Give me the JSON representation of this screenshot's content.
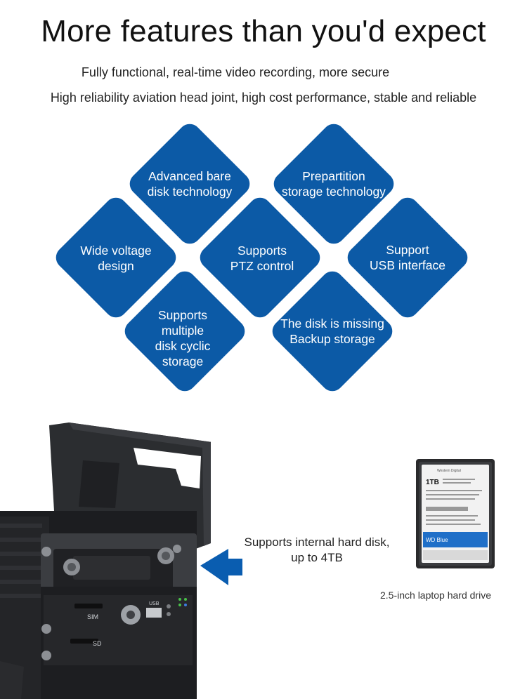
{
  "header": {
    "title": "More features than you'd expect",
    "subtitle1": "Fully functional, real-time video recording, more secure",
    "subtitle2": "High reliability aviation head joint, high cost performance, stable and reliable"
  },
  "features": [
    {
      "line1": "Advanced bare",
      "line2": "disk technology"
    },
    {
      "line1": "Prepartition",
      "line2": "storage technology"
    },
    {
      "line1": "Wide voltage",
      "line2": "design"
    },
    {
      "line1": "Supports",
      "line2": "PTZ control"
    },
    {
      "line1": "Support",
      "line2": "USB interface"
    },
    {
      "line1": "Supports",
      "line2": "multiple",
      "line3": "disk cyclic",
      "line4": "storage"
    },
    {
      "line1": "The disk is missing",
      "line2": "Backup storage"
    }
  ],
  "storage": {
    "note_line1": "Supports internal hard disk,",
    "note_line2": "up to 4TB",
    "hdd_caption": "2.5-inch laptop hard drive"
  },
  "device_labels": {
    "sim": "SIM",
    "sd": "SD",
    "usb": "USB",
    "hdd_brand": "Western Digital",
    "hdd_capacity": "1TB",
    "hdd_model": "WD Blue"
  },
  "colors": {
    "diamond_blue": "#0c5aa6",
    "arrow_blue": "#0a5db0"
  }
}
